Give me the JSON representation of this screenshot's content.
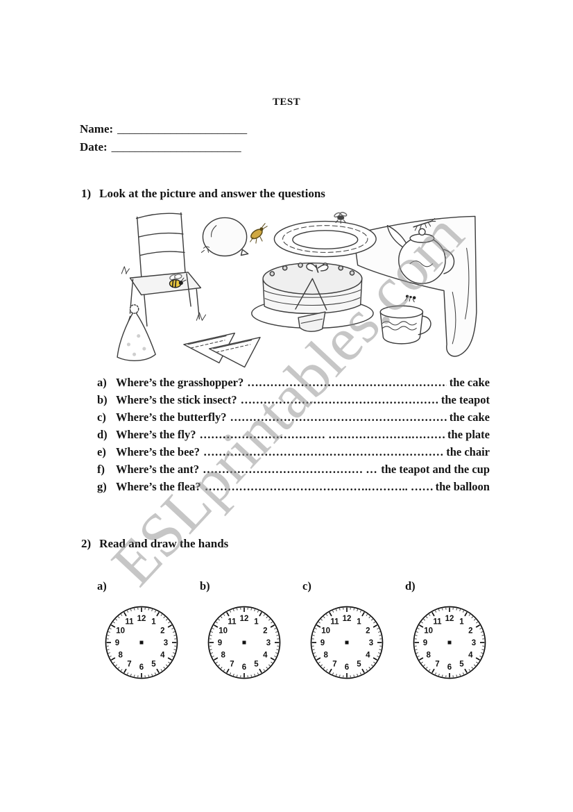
{
  "watermark": {
    "text": "ESLprintables.com"
  },
  "title": "TEST",
  "header_fields": {
    "name_label": "Name:",
    "name_line": "______________________",
    "date_label": "Date:",
    "date_line": "______________________"
  },
  "section1": {
    "number": "1)",
    "heading": "Look at the picture and answer the questions",
    "questions": [
      {
        "letter": "a)",
        "question": "Where’s the grasshopper?",
        "dots": "………………………………………………………………",
        "answer": "the cake"
      },
      {
        "letter": "b)",
        "question": "Where’s the stick insect?",
        "dots": "……………………………………………………………",
        "answer": "the teapot"
      },
      {
        "letter": "c)",
        "question": "Where’s the butterfly?",
        "dots": "…………………………………………………………..",
        "answer": "the cake"
      },
      {
        "letter": "d)",
        "question": "Where’s the fly?",
        "dots": "…………………………… ………………….…………",
        "answer": "the plate"
      },
      {
        "letter": "e)",
        "question": "Where’s the bee?",
        "dots": "……………………………………………………………….",
        "answer": "the chair"
      },
      {
        "letter": "f)",
        "question": "Where’s the ant?",
        "dots": "…………………………………… ………………………",
        "answer": "the teapot and the cup"
      },
      {
        "letter": "g)",
        "question": "Where’s the flea?",
        "dots": "…………………………………….……….. ……………",
        "answer": "the balloon"
      }
    ]
  },
  "section2": {
    "number": "2)",
    "heading": "Read and draw the hands",
    "clock_labels": [
      "a)",
      "b)",
      "c)",
      "d)"
    ],
    "clock_numbers": [
      1,
      2,
      3,
      4,
      5,
      6,
      7,
      8,
      9,
      10,
      11,
      12
    ]
  }
}
